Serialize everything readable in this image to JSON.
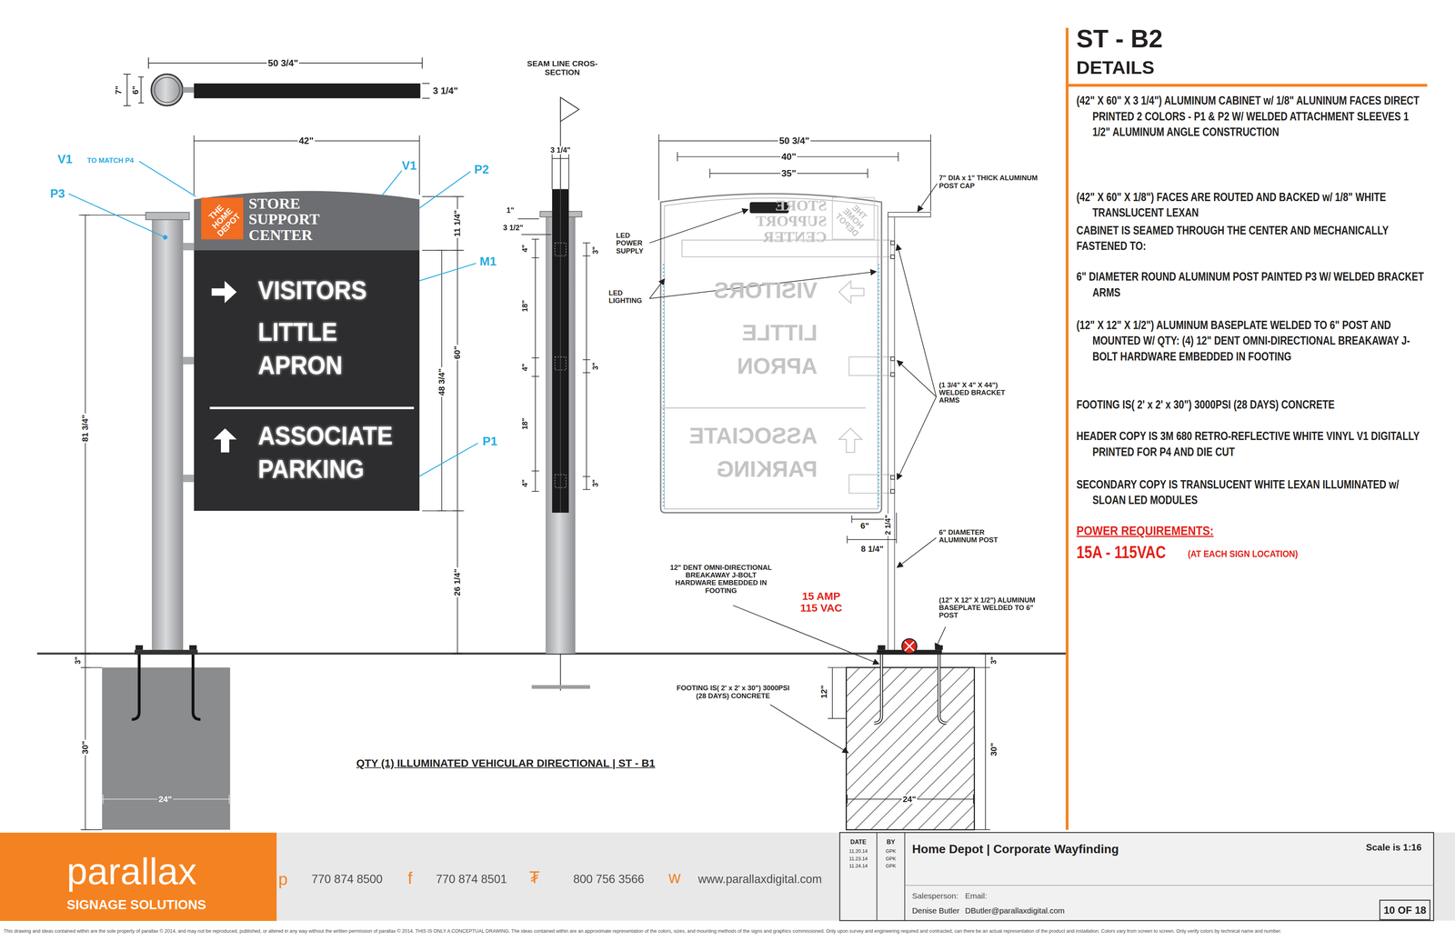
{
  "diagram": {
    "title": "ST - B2",
    "caption": "QTY (1) ILLUMINATED VEHICULAR DIRECTIONAL | ST - B1",
    "nodes": [
      {
        "text": [
          "STORE SUPPORT CENTER"
        ]
      },
      {
        "text": [
          "THE HOME DEPOT"
        ],
        "in": 0
      },
      {
        "text": [
          "VISITORS",
          "LITTLE APRON",
          "ASSOCIATE PARKING"
        ]
      },
      {
        "text": [
          "parallax",
          "SIGNAGE SOLUTIONS"
        ]
      }
    ],
    "labels": [
      "50 3/4\"",
      "7\"",
      "6\"",
      "3 1/4\"",
      "42\"",
      "V1",
      "TO MATCH P4",
      "P3",
      "V1",
      "P2",
      "M1",
      "P1",
      "11 1/4\"",
      "60\"",
      "48 3/4\"",
      "81 3/4\"",
      "26 1/4\"",
      "3\"",
      "30\"",
      "24\"",
      "SEAM LINE CROS-SECTION",
      "3 1/4\"",
      "1\"",
      "3 1/2\"",
      "4\"",
      "18\"",
      "4\"",
      "18\"",
      "4\"",
      "3\"",
      "3\"",
      "3\"",
      "50 3/4\"",
      "40\"",
      "35\"",
      "7\" DIA x 1\" THICK ALUMINUM POST CAP",
      "LED POWER SUPPLY",
      "LED LIGHTING",
      "(1 3/4\" X 4\" X 44\") WELDED BRACKET ARMS",
      "6\"",
      "2 1/4\"",
      "8 1/4\"",
      "6\" DIAMETER ALUMINUM POST",
      "12\" DENT OMNI-DIRECTIONAL BREAKAWAY J-BOLT HARDWARE EMBEDDED IN FOOTING",
      "15 AMP 115 VAC",
      "(12\" X 12\" X 1/2\") ALUMINUM BASEPLATE WELDED TO 6\" POST",
      "FOOTING IS( 2' x 2' x 30\") 3000PSI (28 DAYS) CONCRETE",
      "12\"",
      "3\"",
      "30\"",
      "24\"",
      "STORE SUPPORT CENTER",
      "THE HOME DEPOT",
      "VISITORS",
      "LITTLE APRON",
      "ASSOCIATE PARKING",
      "DETAILS",
      "(42\" X 60\" X 3 1/4\") ALUMINUM CABINET w/ 1/8\" ALUNINUM FACES DIRECT PRINTED 2 COLORS - P1 & P2 W/ WELDED ATTACHMENT SLEEVES 1 1/2\" ALUMINUM ANGLE CONSTRUCTION",
      "(42\" X 60\" X 1/8\") FACES ARE ROUTED AND BACKED w/ 1/8\" WHITE TRANSLUCENT LEXAN",
      "CABINET IS SEAMED THROUGH THE CENTER AND MECHANICALLY FASTENED TO:",
      "6\" DIAMETER ROUND ALUMINUM POST PAINTED P3 W/ WELDED BRACKET ARMS",
      "(12\" X 12\" X 1/2\") ALUMINUM BASEPLATE WELDED TO 6\" POST AND MOUNTED W/ QTY: (4) 12\" DENT OMNI-DIRECTIONAL BREAKAWAY J-BOLT HARDWARE EMBEDDED IN FOOTING",
      "FOOTING IS( 2' x 2' x 30\") 3000PSI (28 DAYS) CONCRETE",
      "HEADER COPY IS 3M 680 RETRO-REFLECTIVE WHITE VINYL V1 DIGITALLY PRINTED FOR P4 AND DIE CUT",
      "SECONDARY COPY IS TRANSLUCENT WHITE LEXAN ILLUMINATED w/ SLOAN LED MODULES",
      "POWER REQUIREMENTS:",
      "15A - 115VAC",
      "(AT EACH SIGN LOCATION)",
      "p",
      "770 874 8500",
      "f",
      "770 874 8501",
      "₮",
      "800 756 3566",
      "w",
      "www.parallaxdigital.com",
      "DATE",
      "11.20.14",
      "11.23.14",
      "11.24.14",
      "BY",
      "GPK",
      "GPK",
      "GPK",
      "Home Depot | Corporate Wayfinding",
      "Scale is 1:16",
      "Salesperson:",
      "Denise Butler",
      "Email:",
      "DButler@parallaxdigital.com",
      "10 OF 18",
      "This drawing and ideas contained within are the sole property of parallax © 2014, and may not be reproduced, published, or altered in any way without the written permission of parallax © 2014. THIS IS ONLY A CONCEPTUAL DRAWING. The ideas contained within are an approximate representation of the colors, sizes, and mounting methods of the signs and graphics commissioned. Only upon survey and engineering required and contracted, can there be an actual representation of the product and installation. Colors vary from screen to screen. Only verify colors by technical name and number."
    ]
  }
}
